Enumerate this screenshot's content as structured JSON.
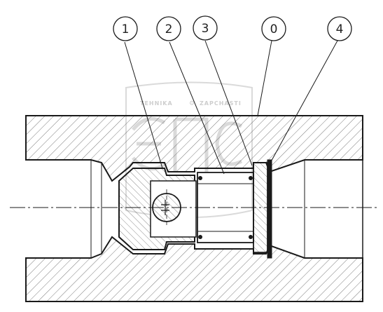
{
  "callouts": [
    {
      "label": "1"
    },
    {
      "label": "2"
    },
    {
      "label": "3"
    },
    {
      "label": "0"
    },
    {
      "label": "4"
    }
  ],
  "watermark": {
    "left_text": "TEHNIKA",
    "right_text": "ZAPCHASTI"
  },
  "colors": {
    "line": "#1a1a1a",
    "hatch": "#5a5a5a",
    "watermark": "#cfcfcf"
  }
}
